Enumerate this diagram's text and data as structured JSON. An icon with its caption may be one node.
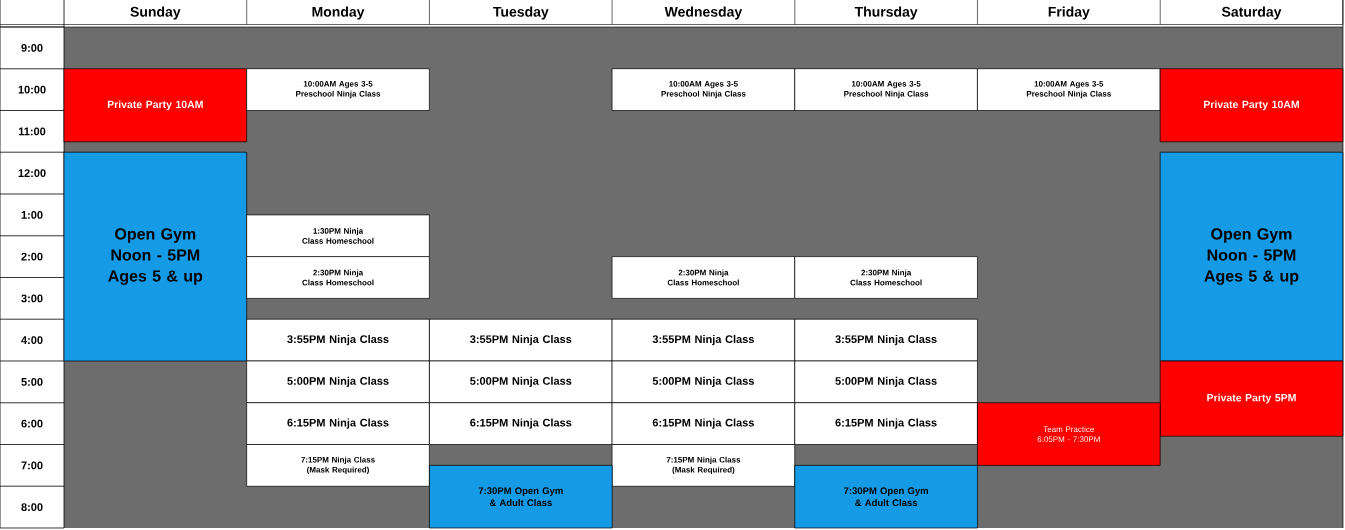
{
  "diagram": {
    "nodes": [
      {
        "text": [
          "Private Party 10AM"
        ]
      },
      {
        "text": [
          "10:00AM Ages 3-5 Preschool Ninja Class"
        ]
      },
      {
        "text": [
          "10:00AM Ages 3-5 Preschool Ninja Class"
        ]
      },
      {
        "text": [
          "10:00AM Ages 3-5 Preschool Ninja Class"
        ]
      },
      {
        "text": [
          "10:00AM Ages 3-5 Preschool Ninja Class"
        ]
      },
      {
        "text": [
          "Private Party 10AM"
        ]
      },
      {
        "text": [
          "Open Gym Noon - 5PM Ages 5 & up"
        ]
      },
      {
        "text": [
          "Open Gym Noon - 5PM Ages 5 & up"
        ]
      },
      {
        "text": [
          "1:30PM Ninja Class Homeschool"
        ]
      },
      {
        "text": [
          "2:30PM Ninja Class Homeschool"
        ]
      },
      {
        "text": [
          "2:30PM Ninja Class Homeschool"
        ]
      },
      {
        "text": [
          "2:30PM Ninja Class Homeschool"
        ]
      },
      {
        "text": [
          "3:55PM Ninja Class"
        ]
      },
      {
        "text": [
          "3:55PM Ninja Class"
        ]
      },
      {
        "text": [
          "3:55PM Ninja Class"
        ]
      },
      {
        "text": [
          "3:55PM Ninja Class"
        ]
      },
      {
        "text": [
          "5:00PM Ninja Class"
        ]
      },
      {
        "text": [
          "5:00PM Ninja Class"
        ]
      },
      {
        "text": [
          "5:00PM Ninja Class"
        ]
      },
      {
        "text": [
          "5:00PM Ninja Class"
        ]
      },
      {
        "text": [
          "Private Party 5PM"
        ]
      },
      {
        "text": [
          "6:15PM Ninja Class"
        ]
      },
      {
        "text": [
          "6:15PM Ninja Class"
        ]
      },
      {
        "text": [
          "6:15PM Ninja Class"
        ]
      },
      {
        "text": [
          "6:15PM Ninja Class"
        ]
      },
      {
        "text": [
          "Team Practice 6:05PM - 7:30PM"
        ]
      },
      {
        "text": [
          "7:15PM Ninja Class (Mask Required)"
        ]
      },
      {
        "text": [
          "7:15PM Ninja Class (Mask Required)"
        ]
      },
      {
        "text": [
          "7:30PM Open Gym & Adult Class"
        ]
      },
      {
        "text": [
          "7:30PM Open Gym & Adult Class"
        ]
      }
    ],
    "labels": [
      "Sunday",
      "Monday",
      "Tuesday",
      "Wednesday",
      "Thursday",
      "Friday",
      "Saturday",
      "9:00",
      "10:00",
      "11:00",
      "12:00",
      "1:00",
      "2:00",
      "3:00",
      "4:00",
      "5:00",
      "6:00",
      "7:00",
      "8:00"
    ]
  }
}
